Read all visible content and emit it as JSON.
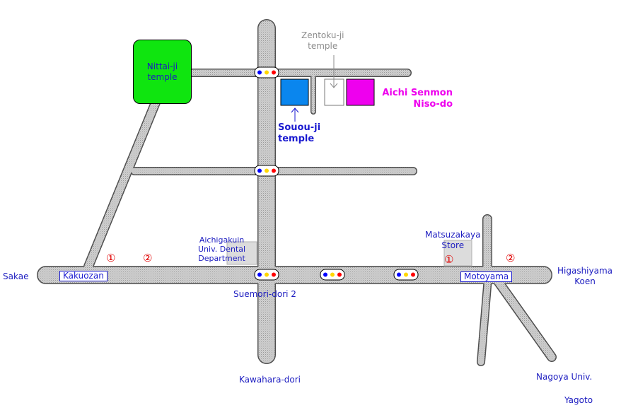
{
  "places": {
    "nittaiji": "Nittai-ji\ntemple",
    "zentokuji": "Zentoku-ji\ntemple",
    "sououji": "Souou-ji\ntemple",
    "aichi_senmon": "Aichi Senmon\nNiso-do",
    "aichigakuin": "Aichigakuin\nUniv. Dental\nDepartment",
    "matsuzakaya": "Matsuzakaya\nStore"
  },
  "stations": {
    "kakuozan": "Kakuozan",
    "motoyama": "Motoyama"
  },
  "places_streets": {
    "sakae": "Sakae",
    "higashiyama": "Higashiyama\nKoen",
    "suemori": "Suemori-dori 2",
    "kawahara": "Kawahara-dori",
    "nagoya_univ": "Nagoya Univ.",
    "yagoto": "Yagoto"
  },
  "exits": {
    "kakuozan_1": "①",
    "kakuozan_2": "②",
    "motoyama_1": "①",
    "motoyama_2": "②"
  },
  "colors": {
    "road": "#c8c8c8",
    "road_outline": "#505050",
    "nittaiji_fill": "#0fe50f",
    "sououji_fill": "#0a86ee",
    "aichi_fill": "#ee00ee",
    "signal_blue": "#0000ff",
    "signal_yellow": "#ffd700",
    "signal_red": "#ff0000"
  }
}
